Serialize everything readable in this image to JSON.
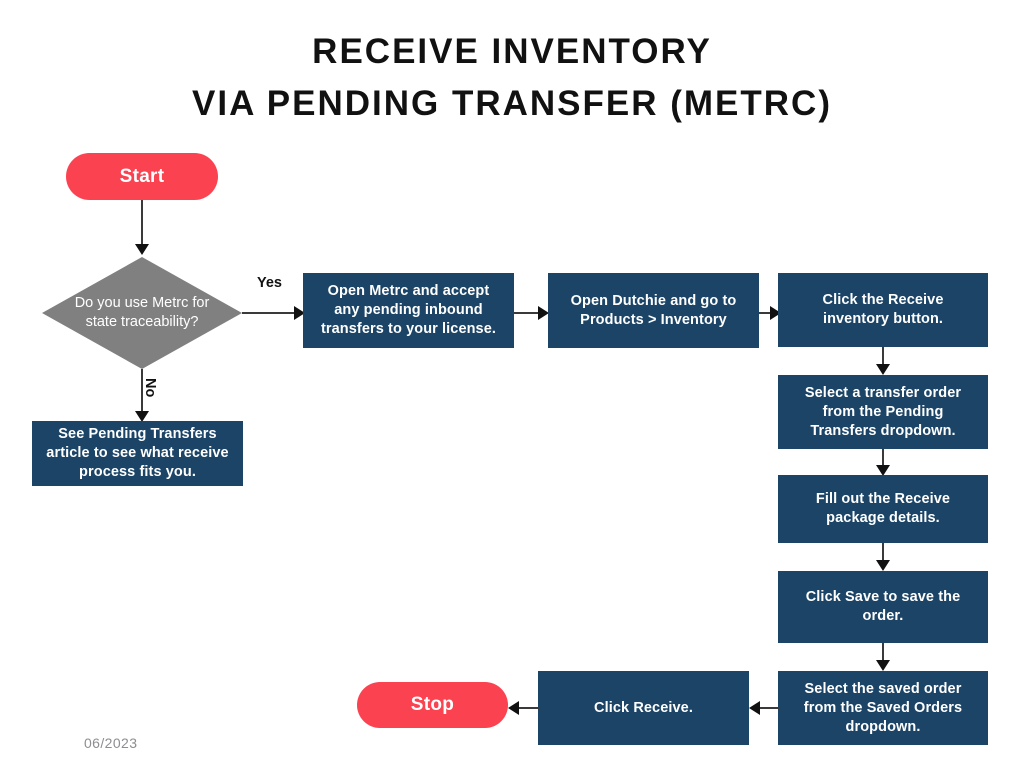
{
  "title": {
    "line1": "RECEIVE INVENTORY",
    "line2": "VIA PENDING TRANSFER (METRC)"
  },
  "colors": {
    "terminator": "#FA4250",
    "process": "#1B4467",
    "decision": "#808080",
    "connector": "#3A3A3A",
    "background": "#FFFFFF",
    "title_text": "#111111",
    "footer_text": "#8D8D92"
  },
  "nodes": {
    "start": {
      "label": "Start",
      "type": "terminator"
    },
    "decision": {
      "label": "Do you use Metrc for state traceability?",
      "type": "decision"
    },
    "no_branch": {
      "label": "See Pending Transfers article to see what receive process fits you.",
      "type": "process"
    },
    "step1": {
      "label": "Open Metrc and accept any pending inbound transfers to your license.",
      "type": "process"
    },
    "step2": {
      "label": "Open Dutchie and go to Products > Inventory",
      "type": "process"
    },
    "step3": {
      "label": "Click the Receive inventory button.",
      "type": "process"
    },
    "step4": {
      "label": "Select a transfer order from the Pending Transfers dropdown.",
      "type": "process"
    },
    "step5": {
      "label": "Fill out the Receive package details.",
      "type": "process"
    },
    "step6": {
      "label": "Click Save to save the order.",
      "type": "process"
    },
    "step7": {
      "label": "Select the saved order from the Saved Orders dropdown.",
      "type": "process"
    },
    "step8": {
      "label": "Click Receive.",
      "type": "process"
    },
    "stop": {
      "label": "Stop",
      "type": "terminator"
    }
  },
  "edges": {
    "yes_label": "Yes",
    "no_label": "No"
  },
  "footer": {
    "date": "06/2023"
  }
}
